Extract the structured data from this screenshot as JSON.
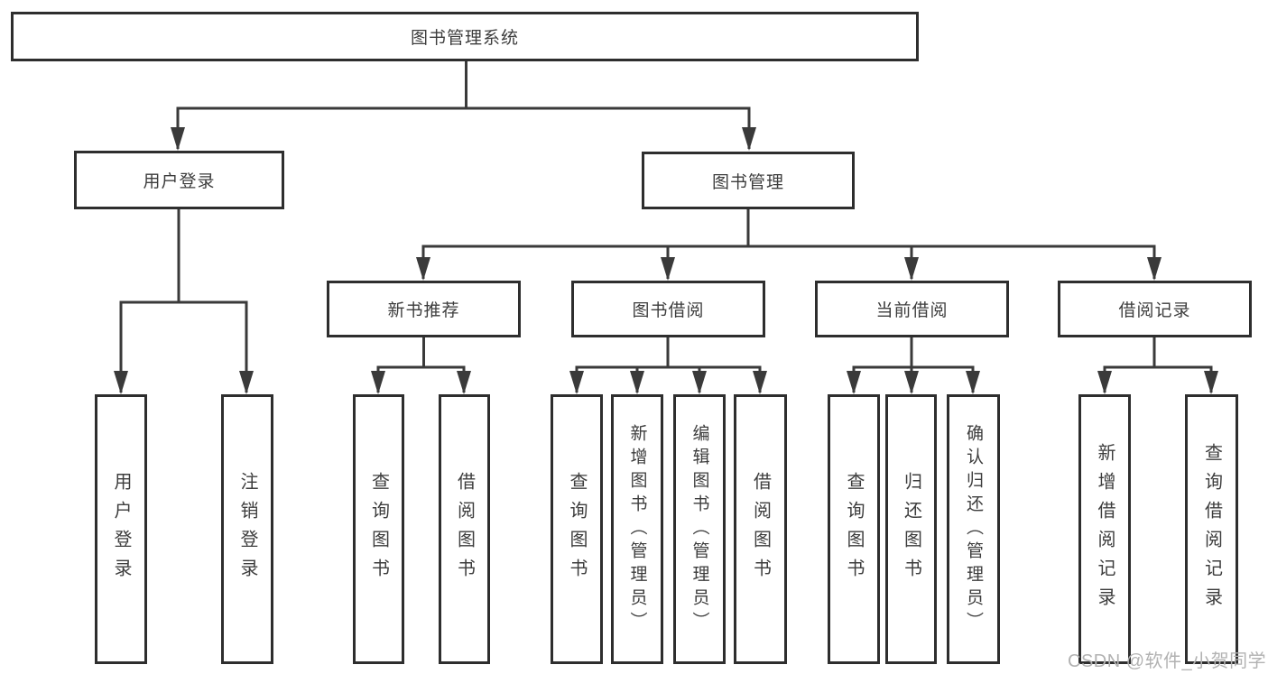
{
  "diagram_title": "图书管理系统",
  "watermark": "CSDN @软件_小贺同学",
  "colors": {
    "line": "#3a3a3a",
    "box_border": "#2e2e2e",
    "text": "#3d3d3d",
    "watermark": "#b2b2b2",
    "background": "#ffffff"
  },
  "tree": {
    "label": "图书管理系统",
    "children": [
      {
        "label": "用户登录",
        "children": [
          {
            "label": "用户登录"
          },
          {
            "label": "注销登录"
          }
        ]
      },
      {
        "label": "图书管理",
        "children": [
          {
            "label": "新书推荐",
            "children": [
              {
                "label": "查询图书"
              },
              {
                "label": "借阅图书"
              }
            ]
          },
          {
            "label": "图书借阅",
            "children": [
              {
                "label": "查询图书"
              },
              {
                "label": "新增图书（管理员）"
              },
              {
                "label": "编辑图书（管理员）"
              },
              {
                "label": "借阅图书"
              }
            ]
          },
          {
            "label": "当前借阅",
            "children": [
              {
                "label": "查询图书"
              },
              {
                "label": "归还图书"
              },
              {
                "label": "确认归还（管理员）"
              }
            ]
          },
          {
            "label": "借阅记录",
            "children": [
              {
                "label": "新增借阅记录"
              },
              {
                "label": "查询借阅记录"
              }
            ]
          }
        ]
      }
    ]
  }
}
